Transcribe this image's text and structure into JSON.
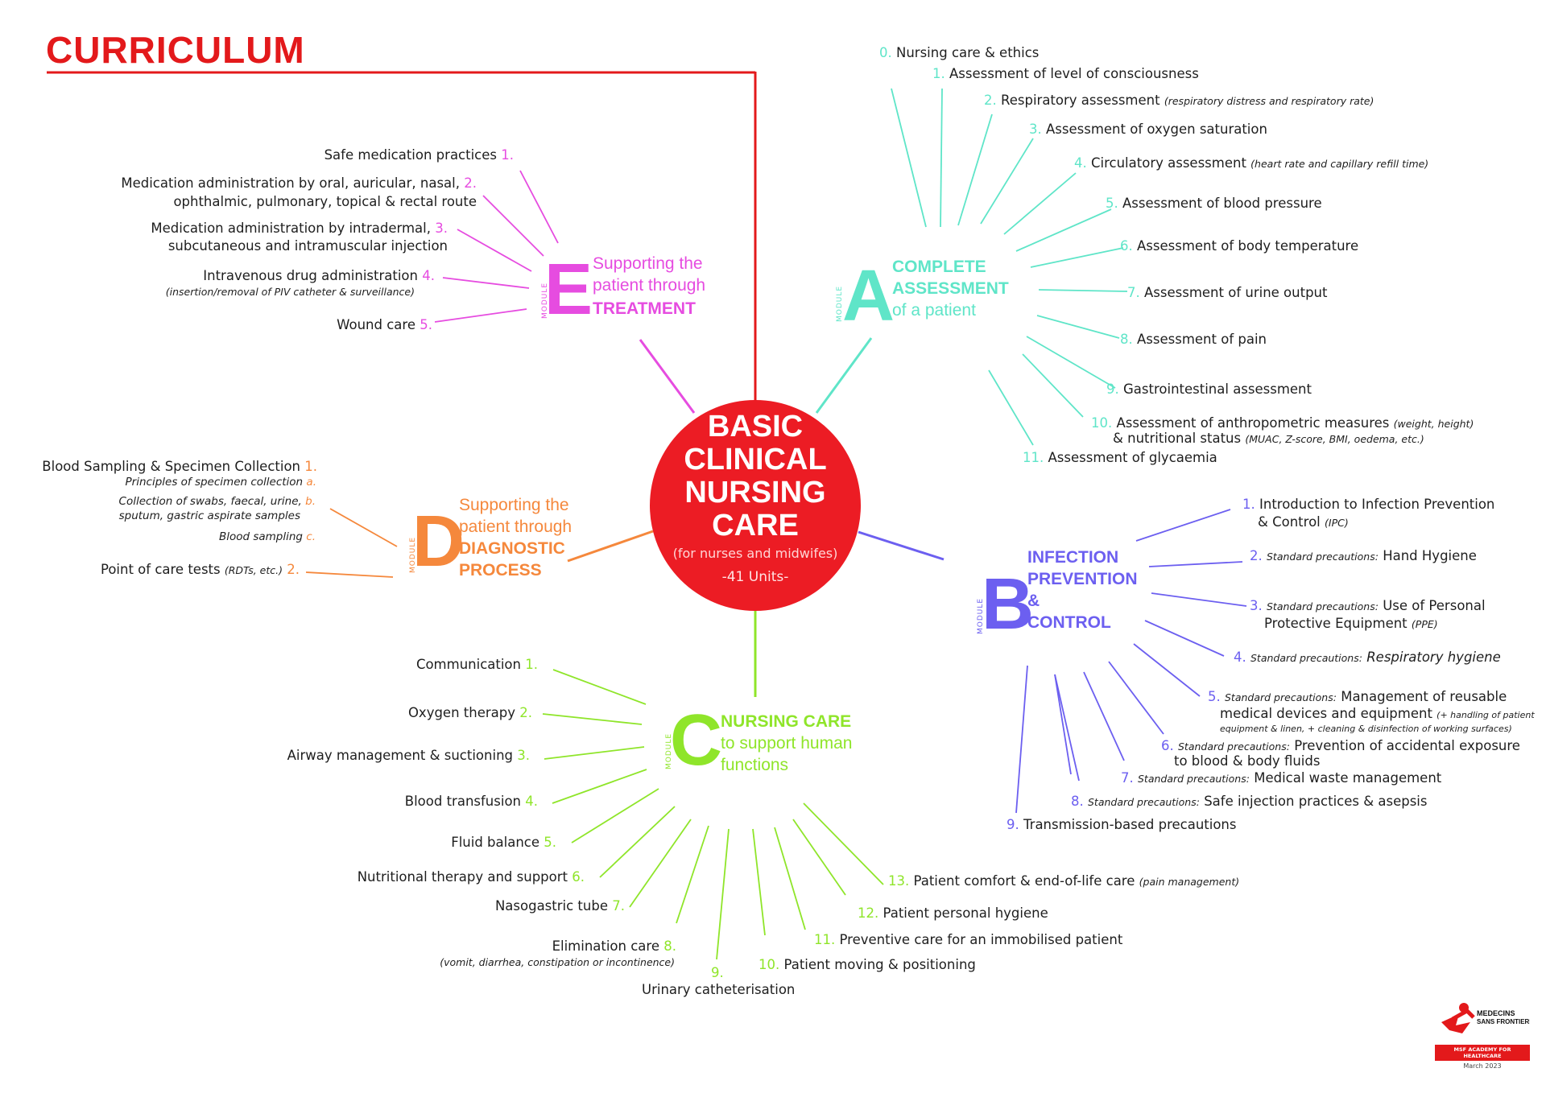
{
  "title": "CURRICULUM",
  "center": {
    "line1": "BASIC",
    "line2": "CLINICAL",
    "line3": "NURSING",
    "line4": "CARE",
    "sub": "(for nurses and midwifes)",
    "units": "-41 Units-"
  },
  "module_word": "MODULE",
  "modules": {
    "A": {
      "letter": "A",
      "color": "#5fe5c8",
      "title1": "COMPLETE",
      "title2": "ASSESSMENT",
      "title3": "of a patient",
      "items": [
        {
          "num": "0.",
          "text": "Nursing care & ethics",
          "note": ""
        },
        {
          "num": "1.",
          "text": "Assessment of level of consciousness",
          "note": ""
        },
        {
          "num": "2.",
          "text": "Respiratory assessment",
          "note": "(respiratory distress and respiratory rate)"
        },
        {
          "num": "3.",
          "text": "Assessment of oxygen saturation",
          "note": ""
        },
        {
          "num": "4.",
          "text": "Circulatory assessment",
          "note": "(heart rate and capillary refill time)"
        },
        {
          "num": "5.",
          "text": "Assessment of blood pressure",
          "note": ""
        },
        {
          "num": "6.",
          "text": "Assessment of body temperature",
          "note": ""
        },
        {
          "num": "7.",
          "text": "Assessment of urine output",
          "note": ""
        },
        {
          "num": "8.",
          "text": "Assessment of pain",
          "note": ""
        },
        {
          "num": "9.",
          "text": "Gastrointestinal assessment",
          "note": ""
        },
        {
          "num": "10.",
          "text": "Assessment of anthropometric measures",
          "note": "(weight, height)",
          "text2": "& nutritional status",
          "note2": "(MUAC, Z-score, BMI, oedema, etc.)"
        },
        {
          "num": "11.",
          "text": "Assessment of glycaemia",
          "note": ""
        }
      ]
    },
    "B": {
      "letter": "B",
      "color": "#6c5ff0",
      "title1": "INFECTION",
      "title2": "PREVENTION",
      "title3": "&",
      "title4": "CONTROL",
      "prefix": "Standard precautions:",
      "items": [
        {
          "num": "1.",
          "text": "Introduction to Infection Prevention",
          "text2": "& Control",
          "note2": "(IPC)"
        },
        {
          "num": "2.",
          "text": "Hand Hygiene"
        },
        {
          "num": "3.",
          "text": "Use of Personal",
          "text2": "Protective Equipment",
          "note2": "(PPE)"
        },
        {
          "num": "4.",
          "text": "Respiratory hygiene"
        },
        {
          "num": "5.",
          "text": "Management of reusable",
          "text2": "medical devices and equipment",
          "note2": "(+ handling of patient",
          "note3": "equipment & linen, + cleaning & disinfection of working surfaces)"
        },
        {
          "num": "6.",
          "text": "Prevention of accidental exposure",
          "text2": "to blood & body fluids"
        },
        {
          "num": "7.",
          "text": "Medical waste management"
        },
        {
          "num": "8.",
          "text": "Safe injection practices & asepsis"
        },
        {
          "num": "9.",
          "text": "Transmission-based precautions"
        }
      ]
    },
    "C": {
      "letter": "C",
      "color": "#8fe52a",
      "title1": "NURSING CARE",
      "title2": "to support human",
      "title3": "functions",
      "items": [
        {
          "num": "1.",
          "text": "Communication"
        },
        {
          "num": "2.",
          "text": "Oxygen therapy"
        },
        {
          "num": "3.",
          "text": "Airway management & suctioning"
        },
        {
          "num": "4.",
          "text": "Blood transfusion"
        },
        {
          "num": "5.",
          "text": "Fluid balance"
        },
        {
          "num": "6.",
          "text": "Nutritional therapy and support"
        },
        {
          "num": "7.",
          "text": "Nasogastric tube"
        },
        {
          "num": "8.",
          "text": "Elimination care",
          "note": "(vomit, diarrhea, constipation or incontinence)"
        },
        {
          "num": "9.",
          "text": "Urinary catheterisation"
        },
        {
          "num": "10.",
          "text": "Patient moving & positioning"
        },
        {
          "num": "11.",
          "text": "Preventive care for an immobilised patient"
        },
        {
          "num": "12.",
          "text": "Patient personal hygiene"
        },
        {
          "num": "13.",
          "text": "Patient comfort & end-of-life care",
          "note": "(pain management)"
        }
      ]
    },
    "D": {
      "letter": "D",
      "color": "#f5883c",
      "title1": "Supporting the",
      "title2": "patient through",
      "title3": "DIAGNOSTIC",
      "title4": "PROCESS",
      "items": [
        {
          "num": "1.",
          "text": "Blood Sampling & Specimen Collection"
        },
        {
          "num": "a.",
          "text": "Principles of specimen collection"
        },
        {
          "num": "b.",
          "text": "Collection of swabs, faecal, urine,",
          "text2": "sputum, gastric aspirate samples"
        },
        {
          "num": "c.",
          "text": "Blood sampling"
        },
        {
          "num": "2.",
          "text": "Point of care tests",
          "note": "(RDTs, etc.)"
        }
      ]
    },
    "E": {
      "letter": "E",
      "color": "#e64ce0",
      "title1": "Supporting the",
      "title2": "patient through",
      "title3": "TREATMENT",
      "items": [
        {
          "num": "1.",
          "text": "Safe medication practices"
        },
        {
          "num": "2.",
          "text": "Medication administration by oral, auricular, nasal,",
          "text2": "ophthalmic, pulmonary, topical & rectal route"
        },
        {
          "num": "3.",
          "text": "Medication administration by intradermal,",
          "text2": "subcutaneous and intramuscular injection"
        },
        {
          "num": "4.",
          "text": "Intravenous drug administration",
          "note": "(insertion/removal of PIV catheter & surveillance)"
        },
        {
          "num": "5.",
          "text": "Wound care"
        }
      ]
    }
  },
  "logo": {
    "name1": "MEDECINS",
    "name2": "SANS FRONTIERES",
    "academy": "MSF ACADEMY FOR HEALTHCARE",
    "date": "March 2023"
  },
  "colors": {
    "red": "#e3191b",
    "center": "#ec1c24"
  }
}
